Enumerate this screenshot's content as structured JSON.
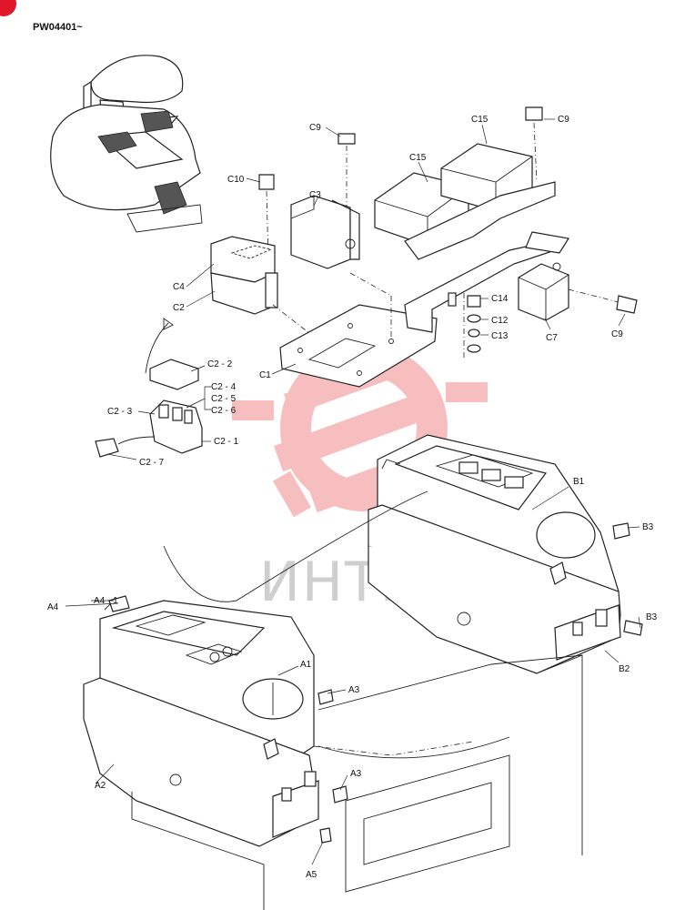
{
  "document": {
    "code": "PW04401~",
    "watermark": "ИНТЕХ",
    "colors": {
      "watermark": "#e8393f",
      "line": "#222222",
      "corner_badge": "#e0162b"
    }
  },
  "labels": {
    "C1": "C1",
    "C2": "C2",
    "C2_1": "C2 - 1",
    "C2_2": "C2 - 2",
    "C2_3": "C2 - 3",
    "C2_4": "C2 - 4",
    "C2_5": "C2 - 5",
    "C2_6": "C2 - 6",
    "C2_7": "C2 - 7",
    "C3": "C3",
    "C4": "C4",
    "C7": "C7",
    "C9_a": "C9",
    "C9_b": "C9",
    "C9_c": "C9",
    "C10": "C10",
    "C12": "C12",
    "C13": "C13",
    "C14": "C14",
    "C15_a": "C15",
    "C15_b": "C15",
    "A1": "A1",
    "A2": "A2",
    "A3_a": "A3",
    "A3_b": "A3",
    "A4": "A4",
    "A4_1": "A4 - 1",
    "A5": "A5",
    "B1": "B1",
    "B2": "B2",
    "B3_a": "B3",
    "B3_b": "B3"
  }
}
